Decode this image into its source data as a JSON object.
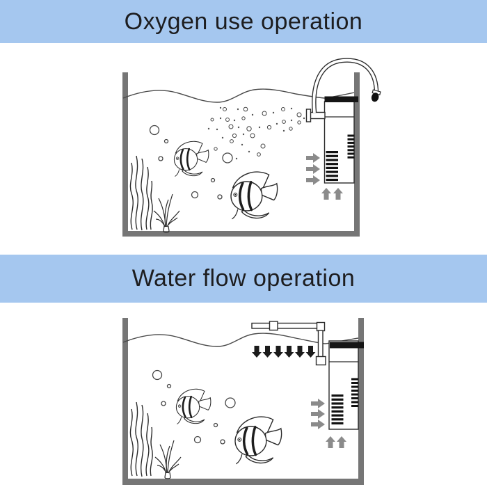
{
  "page": {
    "type": "aquarium-filter-instruction-graphic",
    "background": "#ffffff"
  },
  "colors": {
    "banner_background": "#a5c7ef",
    "banner_text": "#1d1d1f",
    "tank_wall_gray": "#767676",
    "line_art": "#2b2b2b",
    "gray_arrow": "#8b8b8b",
    "black_arrow": "#1b1b1b",
    "filter_clamp_black": "#151515"
  },
  "sections": [
    {
      "id": "oxygen-use",
      "title": "Oxygen use operation",
      "scene": {
        "fish_count": 2,
        "plants": [
          "seaweed",
          "grass-plant"
        ],
        "filter": "internal-filter",
        "air_intake_tube": true,
        "air_valve_cap": true,
        "bubble_spray": true,
        "intake_arrows_gray": 3,
        "uplift_arrows_gray": 2
      }
    },
    {
      "id": "water-flow",
      "title": "Water flow operation",
      "scene": {
        "fish_count": 2,
        "plants": [
          "seaweed",
          "grass-plant"
        ],
        "filter": "internal-filter",
        "spray_bar": true,
        "downflow_arrows_black": 6,
        "intake_arrows_gray": 3,
        "uplift_arrows_gray": 2
      }
    }
  ]
}
